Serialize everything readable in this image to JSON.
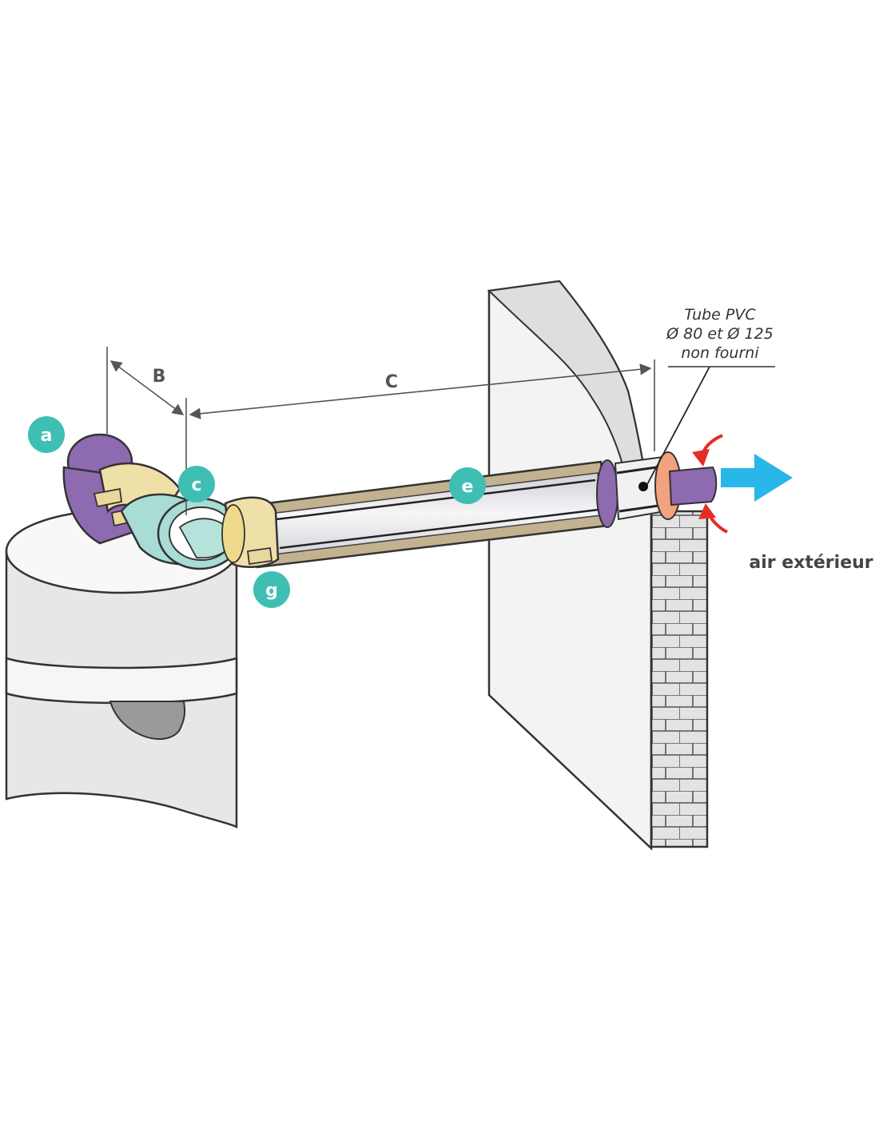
{
  "labels": {
    "a": "a",
    "c": "c",
    "e": "e",
    "g": "g"
  },
  "dimensions": {
    "b": "B",
    "c": "C"
  },
  "note": {
    "line1": "Tube PVC",
    "line2": "Ø 80 et Ø 125",
    "line3": "non fourni"
  },
  "air_label": "air extérieur",
  "colors": {
    "badge": "#3fbfb4",
    "elbow_purple": "#8e6ab0",
    "beige": "#efe0a8",
    "mint": "#a8dcd4",
    "duct_tan": "#bfae8f",
    "terminal_peach": "#f2a27e",
    "blue_arrow": "#29b6e8",
    "red_arrow": "#e52d27",
    "wall": "#f2f2f2",
    "wall_shade": "#dedede",
    "brick": "#e6e6e6"
  }
}
